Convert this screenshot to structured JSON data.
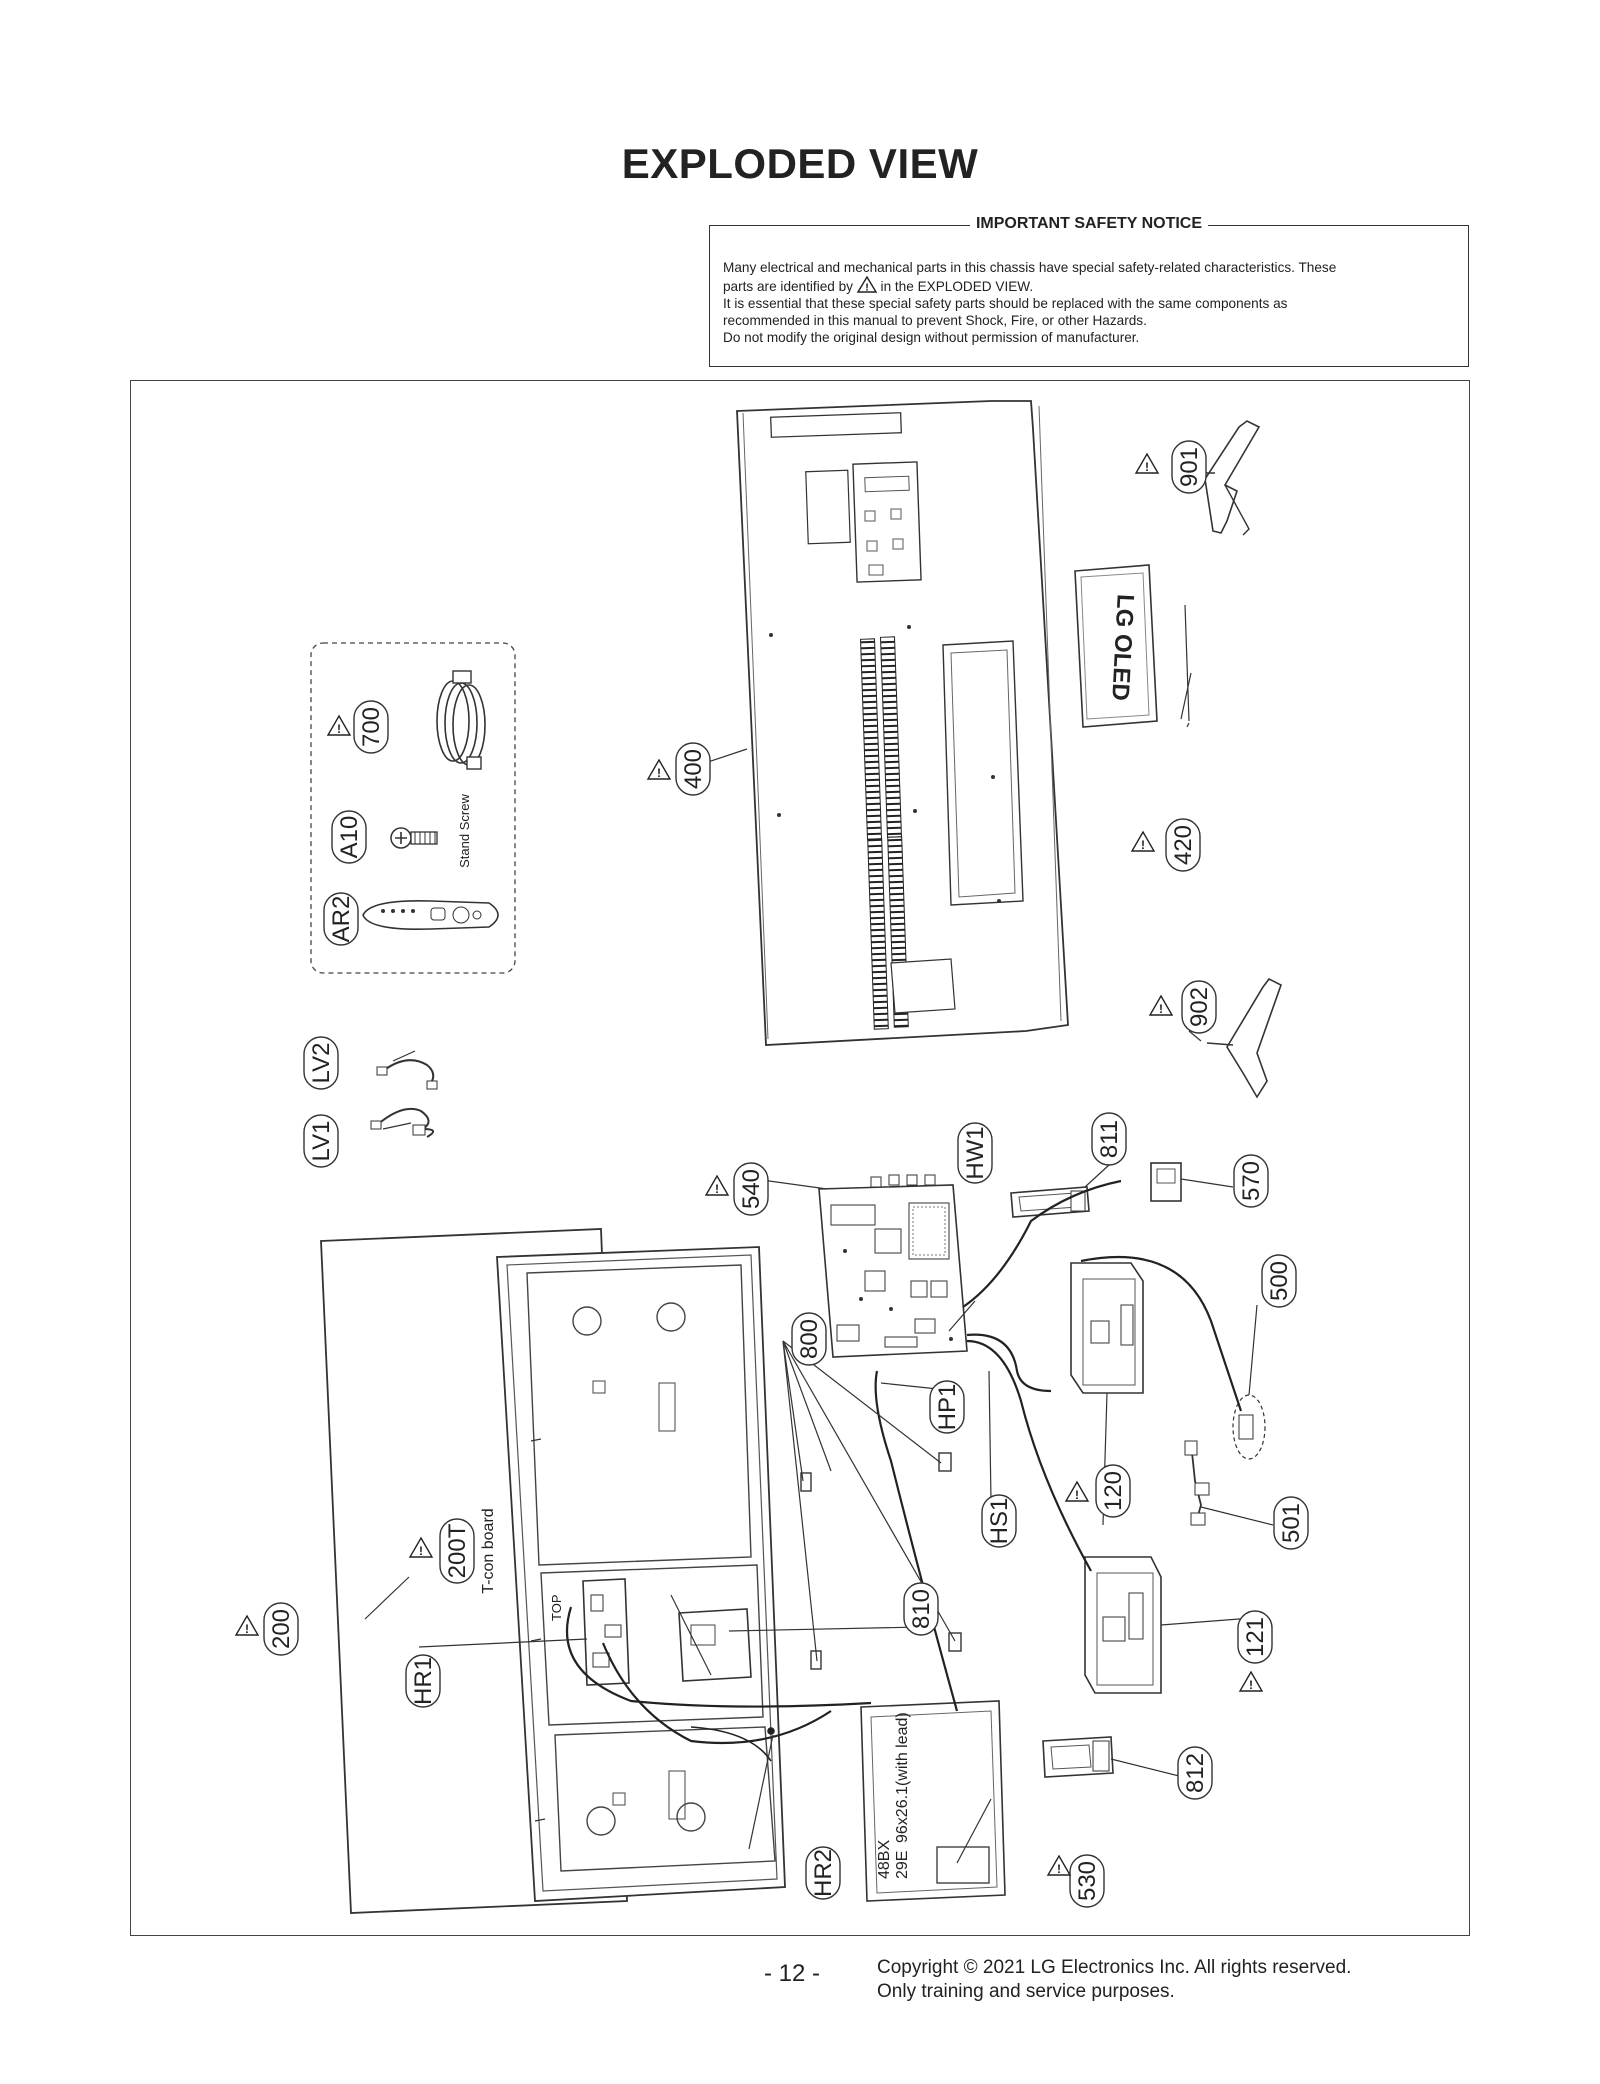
{
  "page": {
    "title": "EXPLODED VIEW",
    "page_number": "- 12 -",
    "copyright_line1": "Copyright © 2021 LG Electronics Inc. All rights reserved.",
    "copyright_line2": "Only training and service purposes."
  },
  "safety_notice": {
    "title": "IMPORTANT SAFETY NOTICE",
    "line1": "Many electrical and mechanical parts in this chassis have special safety-related characteristics. These",
    "line2a": "parts are identified by",
    "line2b": "in the EXPLODED VIEW.",
    "line3": "It is essential that these special safety parts should be replaced with the same components as",
    "line4": "recommended in this manual to prevent Shock, Fire, or other Hazards.",
    "line5": "Do not modify the original design without permission of manufacturer."
  },
  "diagram": {
    "callouts": {
      "p901": "901",
      "p420": "420",
      "p400": "400",
      "p902": "902",
      "p700": "700",
      "pA10": "A10",
      "pAR2": "AR2",
      "pLV2": "LV2",
      "pLV1": "LV1",
      "p811": "811",
      "pHW1": "HW1",
      "p540": "540",
      "p570": "570",
      "p500": "500",
      "p800": "800",
      "pHP1": "HP1",
      "p120": "120",
      "pHS1": "HS1",
      "p501": "501",
      "p200T": "200T",
      "p810": "810",
      "p121": "121",
      "p200": "200",
      "pHR1": "HR1",
      "pHR2": "HR2",
      "p812": "812",
      "p530": "530"
    },
    "text": {
      "stand_screw": "Stand Screw",
      "tcon_board": "T-con board",
      "logo": "LG OLED",
      "psu_1": "48BX",
      "psu_2": "29E",
      "psu_3": "96x26.1(with lead)",
      "top": "TOP"
    }
  }
}
